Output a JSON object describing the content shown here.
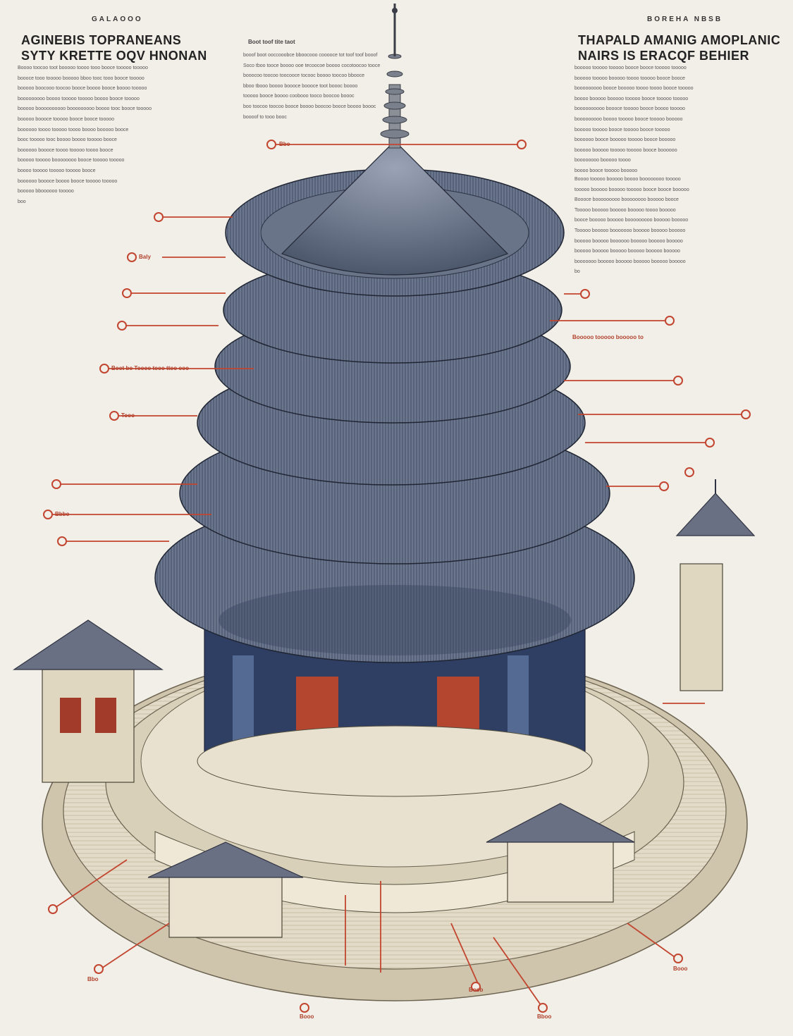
{
  "header_left": {
    "kicker": "GALAOOO",
    "title_line1": "AGINEBIS TOPRANEANS",
    "title_line2": "SYTY KRETTE OQV HNONAN"
  },
  "header_right": {
    "kicker": "BOREHA NBSB",
    "title_line1": "THAPALD AMANIG AMOPLANIC",
    "title_line2": "NAIRS IS ERACQF BEHIER"
  },
  "center_block": {
    "heading": "Boot toof tite taot",
    "lines": [
      "booof boot ooccooobce bboocooo cooooce tot toof toof booof",
      "Soco tboo tooce boooo ooe tecoocoe boooo cocotoocoo tooce",
      "booocoo toocoo toocooce tocooc boooo toocoo bbooce",
      "bboo tbooo boooo boooce boooce toot boooc boooo",
      "tooooo booce boooo coobooo tooco boocoo boooc",
      "boo toocoo toocoo booce boooo boocoo booce boooo boooc",
      "boooof to tooo booc"
    ]
  },
  "left_column": [
    "Boooo toocoo toot booooo toooo tooo booce tooooo tooooo",
    "boooce tooo tooooo booooo bboo tooc tooo booce tooooo",
    "booooo boocooo toocoo booce boooo booce boooo tooooo",
    "booooooooo boooo tooooo tooooo boooo booce tooooo",
    "booooo boooooooooo booooooooo boooo tooc booce tooooo",
    "booooo boooce tooooo booce booce tooooo",
    "boooooo toooo tooooo toooo boooo booooo booce",
    "booc tooooo tooc boooo boooo tooooo booce",
    "boooooo boooce toooo tooooo toooo booce",
    "booooo tooooo boooooooo booce tooooo tooooo",
    "boooo tooooo tooooo tooooo booce",
    "boooooo boooce boooo booce tooooo tooooo",
    "booooo bboooooo tooooo",
    "boo"
  ],
  "right_column_a": [
    "booooo tooooo tooooo booce booce tooooo tooooo",
    "booooo tooooo booooo toooo tooooo booce booce",
    "booooooooo booce booooo toooo toooo booce tooooo",
    "boooo booooo booooo tooooo booce tooooo tooooo",
    "boooooooooo boooce tooooo booce boooo tooooo",
    "booooooooo boooo tooooo booce tooooo booooo",
    "booooo tooooo booce tooooo booce tooooo",
    "boooooo booce booooo tooooo booce booooo",
    "booooo booooo tooooo tooooo booce boooooo",
    "boooooooo booooo toooo",
    "boooo booce tooooo booooo"
  ],
  "right_column_b": [
    "Boooo tooooo booooo boooo boooooooo tooooo",
    "tooooo booooo booooo tooooo booce booce booooo",
    "Boooce booooooooo boooooooo booooo booce",
    "Tooooo booooo booooo booooo toooo booooo",
    "booce booooo booooo booooooooo booooo booooo",
    "Tooooo booooo booooooo booooo booooo booooo",
    "booooo booooo boooooo booooo booooo booooo",
    "booooo booooo booooo booooo booooo booooo",
    "booooooo booooo booooo booooo booooo booooo",
    "bo"
  ],
  "callouts": {
    "top": "Bbo",
    "left1": "Baly",
    "left_long": "Boot bo Toooo tooo ttoo ooo",
    "left_mid": "Tooo",
    "left_low": "Bbbo",
    "right_mid": "Booooo tooooo booooo to",
    "bottom1": "Bbo",
    "bottom2": "Booo",
    "bottom3": "Boob",
    "bottom4": "Bboo",
    "bottom5": "Booo"
  },
  "colors": {
    "background": "#f2efe8",
    "roof": "#4f5a70",
    "roof_light": "#8d97aa",
    "stone": "#e3dbc7",
    "leader": "#c2452f",
    "wood": "#9b6a3a",
    "column": "#556a93"
  }
}
